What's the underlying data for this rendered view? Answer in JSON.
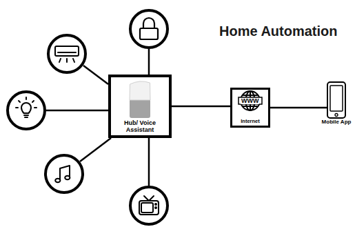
{
  "diagram": {
    "title": "Home Automation",
    "nodes": [
      {
        "text": [
          "Hub/ Voice Assistant"
        ]
      },
      {
        "text": [
          "Internet"
        ]
      },
      {
        "text": [
          "Mobile App"
        ]
      }
    ],
    "edges": [
      {
        "from": 0,
        "to": 1,
        "arrow": "none"
      },
      {
        "from": 1,
        "to": 2,
        "arrow": "none"
      }
    ],
    "labels": [
      "WWW"
    ]
  }
}
